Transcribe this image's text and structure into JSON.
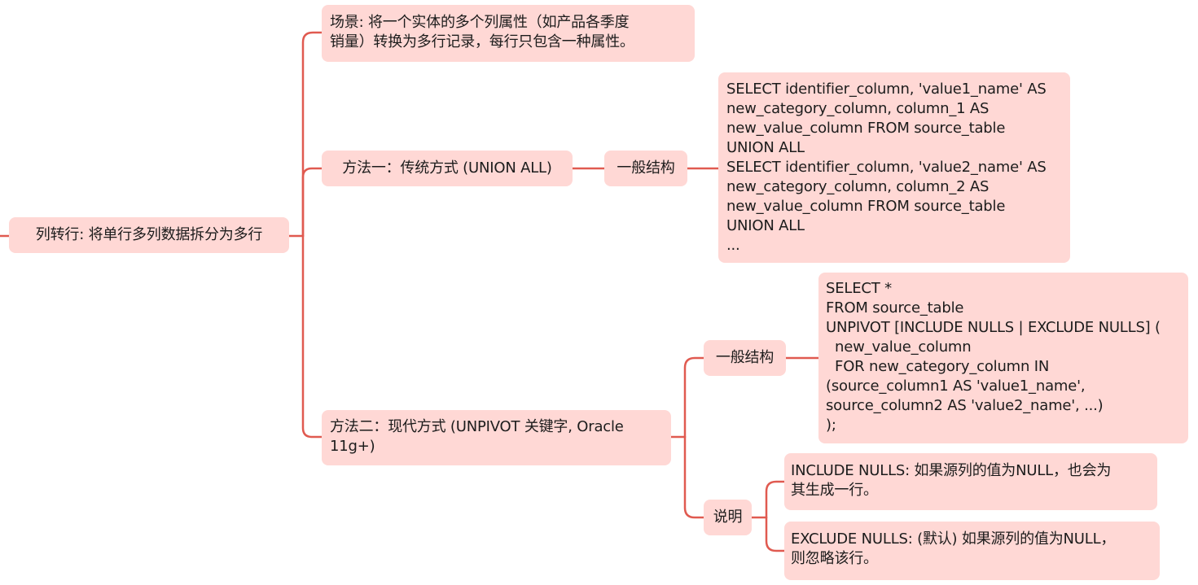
{
  "root": {
    "label": "列转行: 将单行多列数据拆分为多行"
  },
  "scenario": {
    "label": "场景: 将一个实体的多个列属性（如产品各季度\n销量）转换为多行记录，每行只包含一种属性。"
  },
  "method1": {
    "label": "方法一：传统方式 (UNION ALL)",
    "structure_label": "一般结构",
    "code": "SELECT identifier_column, 'value1_name' AS\nnew_category_column, column_1 AS\nnew_value_column FROM source_table\nUNION ALL\nSELECT identifier_column, 'value2_name' AS\nnew_category_column, column_2 AS\nnew_value_column FROM source_table\nUNION ALL\n..."
  },
  "method2": {
    "label": "方法二：现代方式 (UNPIVOT 关键字, Oracle\n11g+)",
    "structure_label": "一般结构",
    "code": "SELECT *\nFROM source_table\nUNPIVOT [INCLUDE NULLS | EXCLUDE NULLS] (\n  new_value_column\n  FOR new_category_column IN\n(source_column1 AS 'value1_name',\nsource_column2 AS 'value2_name', ...)\n);",
    "notes_label": "说明",
    "notes": [
      "INCLUDE NULLS: 如果源列的值为NULL，也会为\n其生成一行。",
      "EXCLUDE NULLS: (默认) 如果源列的值为NULL，\n则忽略该行。"
    ]
  },
  "colors": {
    "node_fill": "#ffd8d5",
    "connector": "#e05a50",
    "text": "#1c1c1c"
  }
}
